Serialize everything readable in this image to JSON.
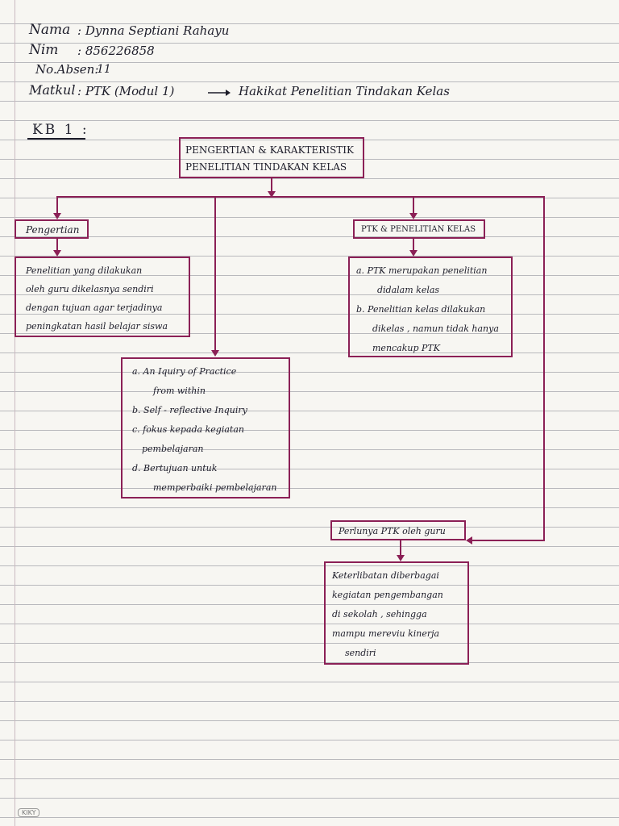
{
  "header": {
    "nama_label": "Nama",
    "nama_value": ": Dynna Septiani Rahayu",
    "nim_label": "Nim",
    "nim_value": ": 856226858",
    "absen_label": "No.Absen:",
    "absen_value": "11",
    "matkul_label": "Matkul",
    "matkul_value": ":  PTK (Modul 1)",
    "matkul_topic": "Hakikat Penelitian Tindakan Kelas"
  },
  "kb_label": "KB 1 :",
  "diagram": {
    "root": {
      "line1": "PENGERTIAN & KARAKTERISTIK",
      "line2": "PENELITIAN TINDAKAN KELAS"
    },
    "pengertian": {
      "title": "Pengertian",
      "lines": [
        "Penelitian yang dilakukan",
        "oleh guru dikelasnya sendiri",
        "dengan tujuan agar terjadinya",
        "peningkatan hasil belajar siswa"
      ]
    },
    "karakteristik": {
      "lines": [
        "a. An Iquiry of Practice",
        "from within",
        "b. Self - reflective Inquiry",
        "c. fokus kepada kegiatan",
        "pembelajaran",
        "d. Bertujuan untuk",
        "memperbaiki pembelajaran"
      ]
    },
    "ptk": {
      "title": "PTK & PENELITIAN KELAS",
      "lines": [
        "a. PTK merupakan penelitian",
        "didalam kelas",
        "b. Penelitian kelas dilakukan",
        "dikelas , namun tidak hanya",
        "mencakup PTK"
      ]
    },
    "perlunya": {
      "title": "Perlunya PTK oleh guru",
      "lines": [
        "Keterlibatan diberbagai",
        "kegiatan pengembangan",
        "di sekolah , sehingga",
        "mampu mereviu kinerja",
        "sendiri"
      ]
    }
  },
  "footer": {
    "stamp": "KIKY"
  },
  "colors": {
    "ink": "#1d1d2a",
    "box_stroke": "#8b2056",
    "paper": "#f7f6f2",
    "rule": "#b9b9bd"
  }
}
